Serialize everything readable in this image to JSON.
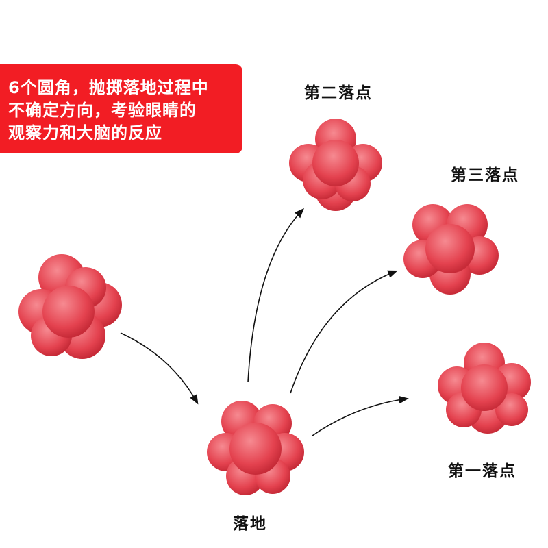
{
  "banner": {
    "lines": [
      "6个圆角，抛掷落地过程中",
      "不确定方向，考验眼睛的",
      "观察力和大脑的反应"
    ]
  },
  "labels": {
    "second": "第二落点",
    "third": "第三落点",
    "first": "第一落点",
    "ground": "落地"
  },
  "colors": {
    "banner": "#f21d24",
    "ball": "#e4424f",
    "ball_light": "#f68a91",
    "ball_dark": "#c72b38",
    "arrow": "#111111"
  }
}
